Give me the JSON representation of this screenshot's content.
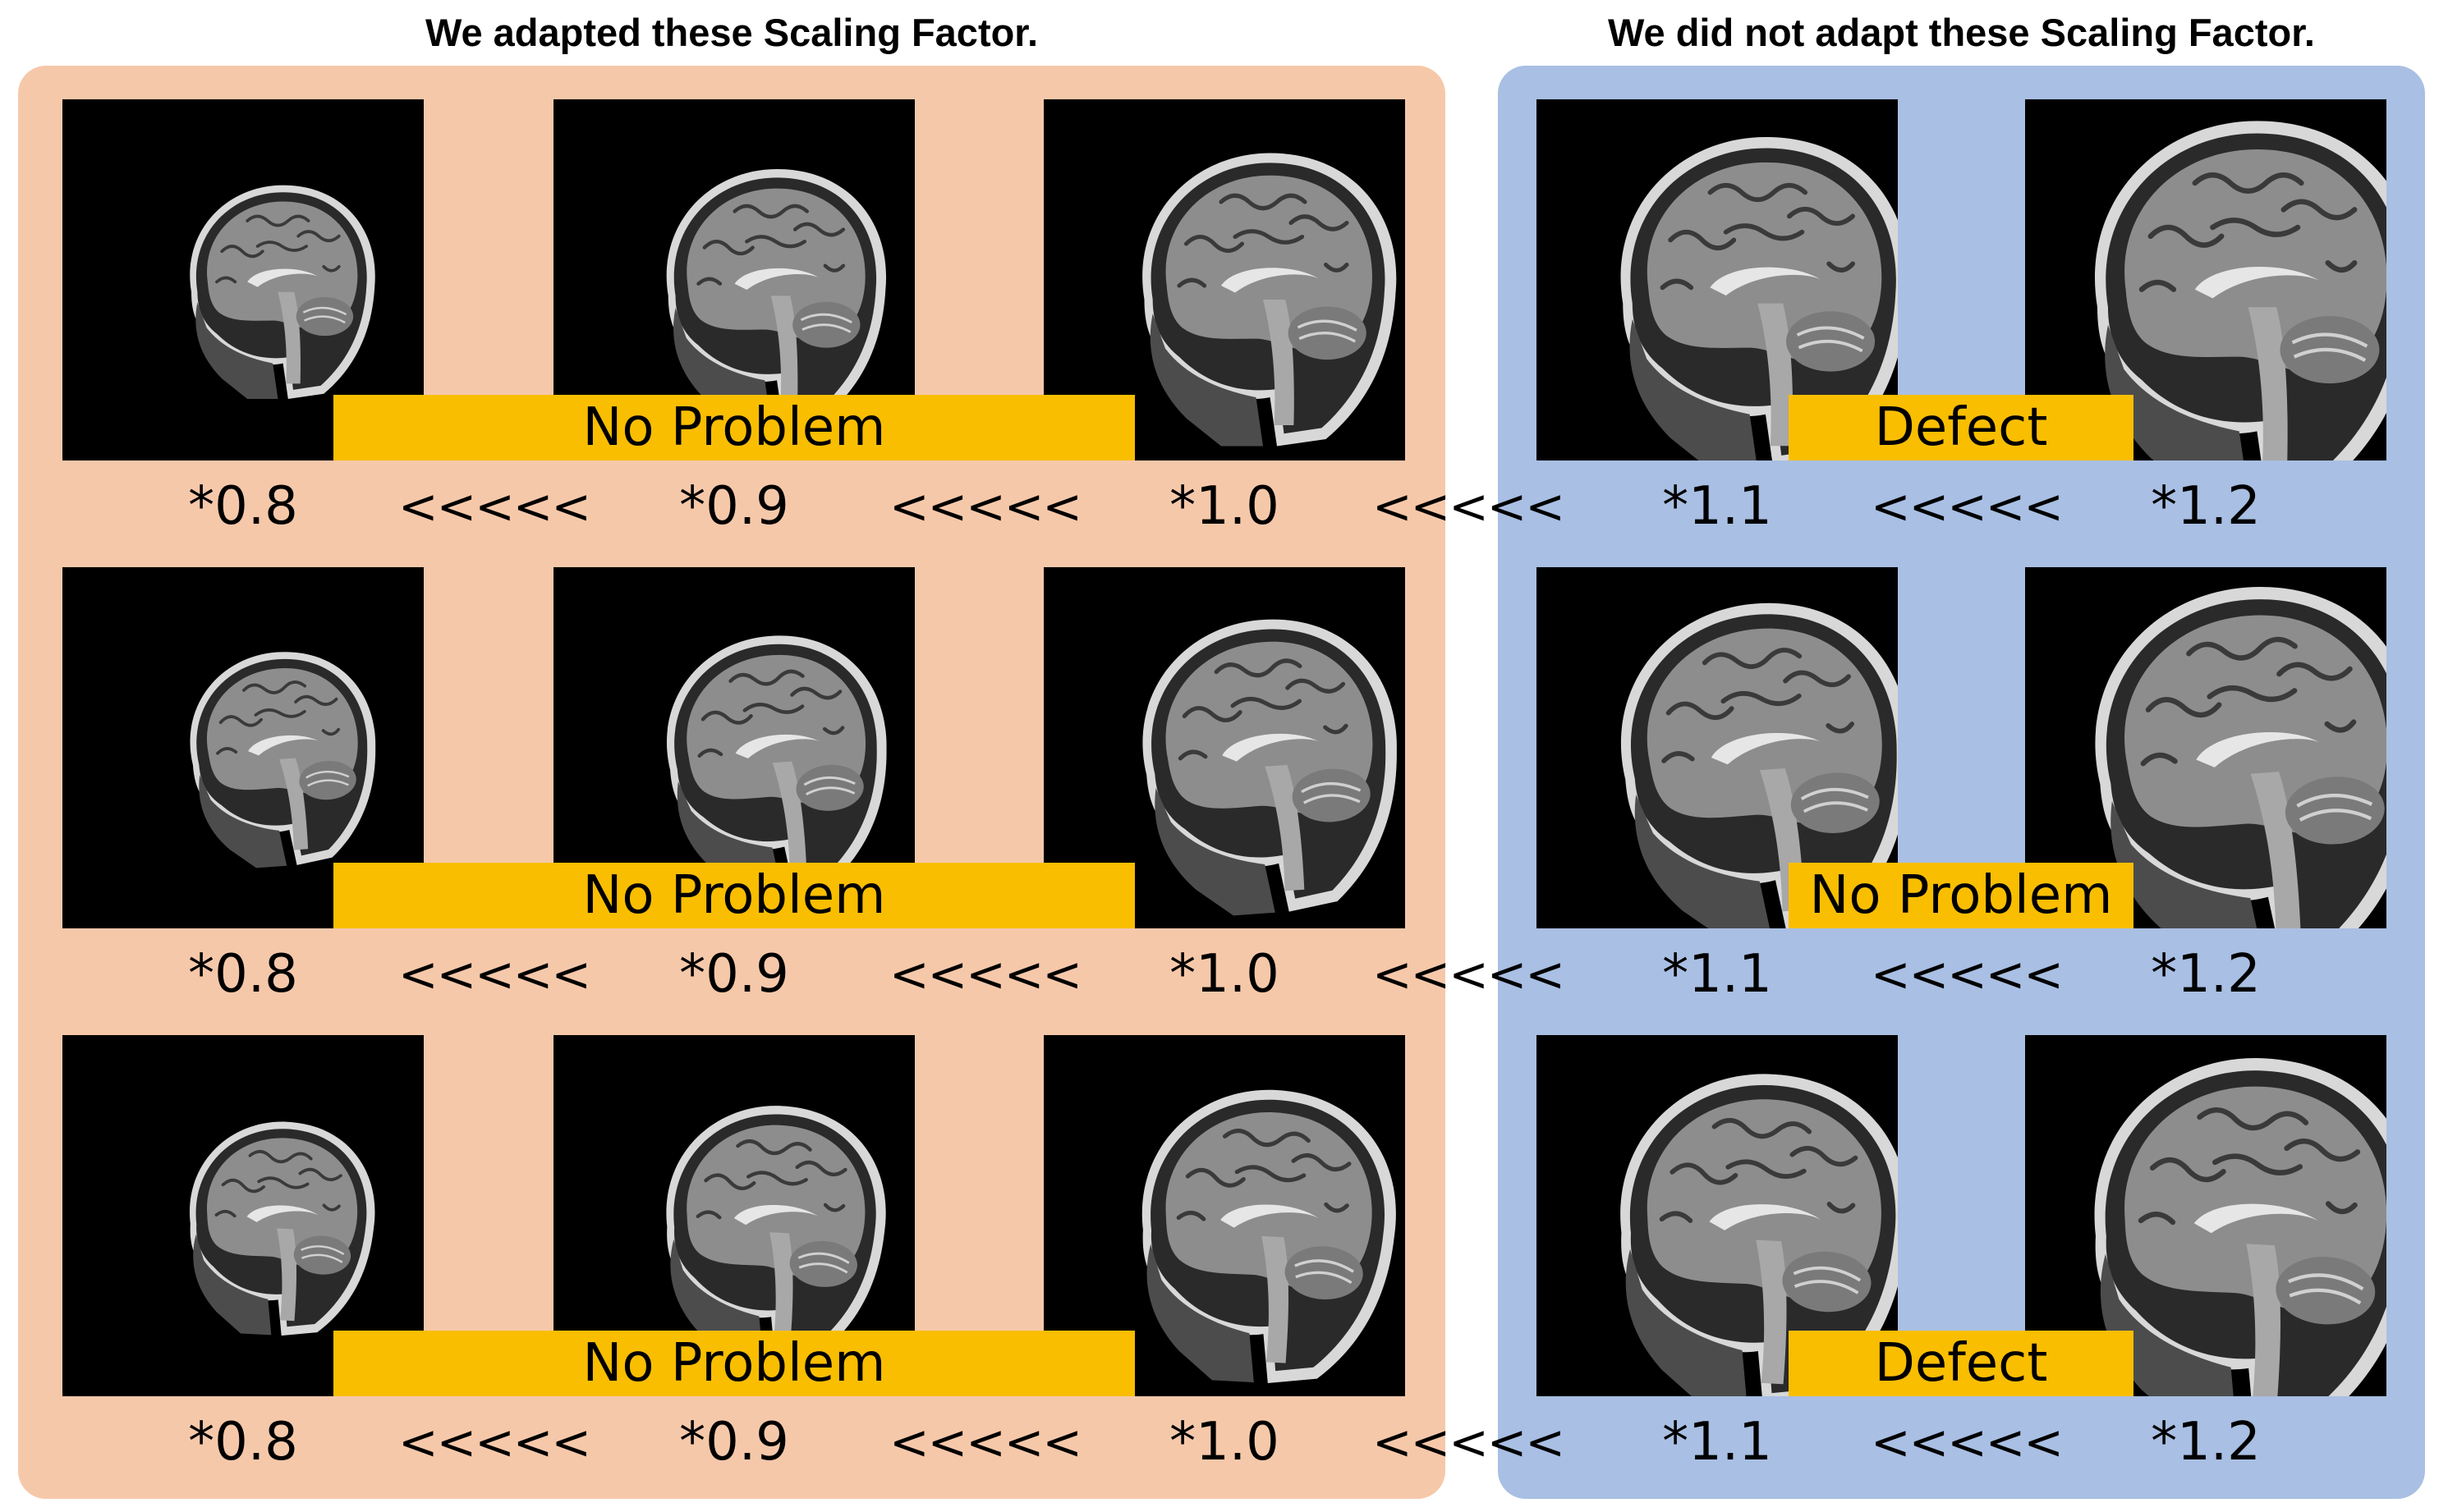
{
  "colors": {
    "adapted_panel": "#f6c8aa",
    "not_adapted_panel": "#a9bfe3",
    "banner": "#f9be00",
    "scan_bg": "#000000"
  },
  "headers": {
    "adapted": "We adapted these Scaling Factor.",
    "not_adapted": "We did not adapt these Scaling Factor."
  },
  "rows": [
    {
      "factors": [
        "*0.8",
        "*0.9",
        "*1.0",
        "*1.1",
        "*1.2"
      ],
      "arrows": [
        "<<<<<",
        "<<<<<",
        "<<<<<",
        "<<<<<"
      ],
      "adapted_result": "No Problem",
      "not_adapted_result": "Defect"
    },
    {
      "factors": [
        "*0.8",
        "*0.9",
        "*1.0",
        "*1.1",
        "*1.2"
      ],
      "arrows": [
        "<<<<<",
        "<<<<<",
        "<<<<<",
        "<<<<<"
      ],
      "adapted_result": "No Problem",
      "not_adapted_result": "No Problem"
    },
    {
      "factors": [
        "*0.8",
        "*0.9",
        "*1.0",
        "*1.1",
        "*1.2"
      ],
      "arrows": [
        "<<<<<",
        "<<<<<",
        "<<<<<",
        "<<<<<"
      ],
      "adapted_result": "No Problem",
      "not_adapted_result": "Defect"
    }
  ]
}
